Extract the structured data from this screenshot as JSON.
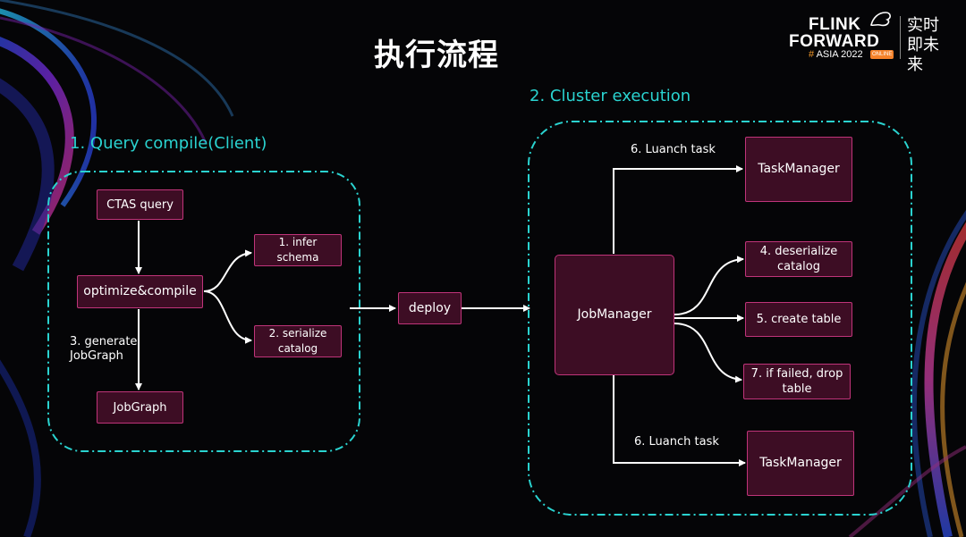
{
  "title": "执行流程",
  "logo": {
    "line1": "FLINK",
    "line2": "FORWARD",
    "hash": "#",
    "sub": "ASIA 2022",
    "badge": "ONLINE",
    "slogan": "实时即未来"
  },
  "sections": {
    "client": "1. Query compile(Client)",
    "cluster": "2. Cluster execution"
  },
  "nodes": {
    "ctas_query": "CTAS query",
    "optimize_compile": "optimize&compile",
    "infer_schema": "1. infer schema",
    "serialize_catalog": "2. serialize catalog",
    "jobgraph": "JobGraph",
    "deploy": "deploy",
    "jobmanager": "JobManager",
    "taskmanager_top": "TaskManager",
    "deserialize_catalog": "4. deserialize catalog",
    "create_table": "5. create table",
    "drop_table": "7. if failed, drop table",
    "taskmanager_bottom": "TaskManager"
  },
  "edge_labels": {
    "generate_jobgraph": "3. generate\nJobGraph",
    "launch_task_top": "6. Luanch task",
    "launch_task_bottom": "6. Luanch task"
  },
  "colors": {
    "background": "#050507",
    "section_label": "#2ad3d0",
    "node_fill": "#3d0d24",
    "node_border": "#c0347a",
    "dashed_border": "#2ad3d0"
  }
}
